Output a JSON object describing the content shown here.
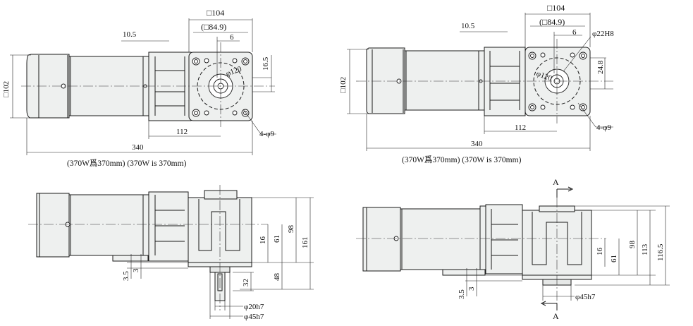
{
  "drawings": [
    {
      "id": "top-left",
      "labels": {
        "flange": "□104",
        "pilot": "(□84.9)",
        "key_offset": "6",
        "motor_offset": "10.5",
        "shaft_height": "16.5",
        "bolt_circle": "φ120",
        "body_size": "□102",
        "output_len": "112",
        "total_len": "340",
        "holes": "4-φ9",
        "note": "(370W爲370mm)  (370W is 370mm)"
      }
    },
    {
      "id": "top-right",
      "labels": {
        "flange": "□104",
        "pilot": "(□84.9)",
        "key_offset": "6",
        "motor_offset": "10.5",
        "bore": "φ22H8",
        "shaft_height": "24.8",
        "bolt_circle": "φ120",
        "body_size": "□102",
        "output_len": "112",
        "total_len": "340",
        "holes": "4-φ9",
        "note": "(370W爲370mm)  (370W is 370mm)"
      }
    },
    {
      "id": "bottom-left",
      "labels": {
        "d16": "16",
        "d61": "61",
        "d98": "98",
        "d161": "161",
        "d48": "48",
        "d32": "32",
        "d35": "3.5",
        "d3": "3",
        "shaft": "φ20h7",
        "pilot": "φ45h7"
      }
    },
    {
      "id": "bottom-right",
      "labels": {
        "section": "A",
        "section2": "A",
        "d16": "16",
        "d61": "61",
        "d98": "98",
        "d113": "113",
        "d1165": "116.5",
        "d35": "3.5",
        "d3": "3",
        "pilot": "φ45h7"
      }
    }
  ]
}
